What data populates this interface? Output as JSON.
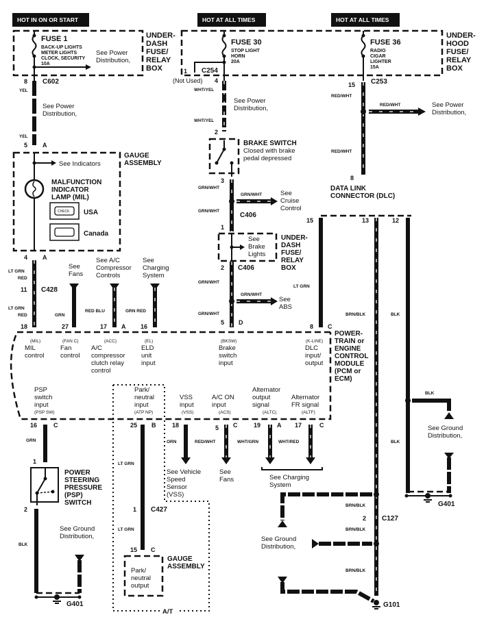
{
  "headers": [
    "HOT IN ON OR START",
    "HOT AT ALL TIMES",
    "HOT AT ALL TIMES"
  ],
  "fuse_boxes": {
    "under_dash": {
      "label": [
        "UNDER-",
        "DASH",
        "FUSE/",
        "RELAY",
        "BOX"
      ]
    },
    "under_hood": {
      "label": [
        "UNDER-",
        "HOOD",
        "FUSE/",
        "RELAY",
        "BOX"
      ]
    }
  },
  "fuses": [
    {
      "name": "FUSE 1",
      "circuits": [
        "BACK-UP LIGHTS",
        "METER LIGHTS",
        "CLOCK, SECURITY",
        "10A"
      ],
      "note": [
        "See Power",
        "Distribution,"
      ]
    },
    {
      "name": "FUSE 30",
      "circuits": [
        "STOP LIGHT",
        "HORN",
        "20A"
      ]
    },
    {
      "name": "FUSE 36",
      "circuits": [
        "RADIO",
        "CIGAR",
        "LIGHTER",
        "15A"
      ]
    }
  ],
  "connectors": {
    "c602": "C602",
    "c254": "C254",
    "c253": "C253",
    "c406": "C406",
    "c428": "C428",
    "c427": "C427",
    "c127": "C127",
    "g401": "G401",
    "g101": "G101"
  },
  "pins": {
    "c602": "8",
    "gauge_in": "5",
    "gauge_in_letter": "A",
    "gauge_out": "4",
    "gauge_out_letter": "A",
    "c428": "11",
    "pcm_mil": "18",
    "pcm_fan": "27",
    "pcm_acc": "17",
    "pcm_acc_letter": "A",
    "pcm_el": "16",
    "c254_pin": "1",
    "c254_used": "4",
    "c253": "15",
    "brake_in": "2",
    "brake_out": "3",
    "c406_1": "1",
    "c406_2": "2",
    "pcm_bksw": "5",
    "pcm_bksw_letter": "D",
    "dlc": "8",
    "pcm_kline": "8",
    "pcm_kline_letter": "C",
    "pcm_15": "15",
    "pcm_13": "13",
    "pcm_12": "12",
    "psp_sw": "16",
    "psp_sw_letter": "C",
    "psp_1": "1",
    "psp_2": "2",
    "atp": "25",
    "atp_letter": "B",
    "vss": "18",
    "acs": "5",
    "acs_letter": "C",
    "altc": "19",
    "altc_letter": "A",
    "altf": "17",
    "altf_letter": "C",
    "c427": "1",
    "gauge2": "15",
    "gauge2_letter": "C",
    "c127": "2"
  },
  "wire_colors": {
    "yel": "YEL",
    "wht_yel": "WHT/YEL",
    "red_wht": "RED/WHT",
    "grn_wht": "GRN/WHT",
    "lt_grn": "LT GRN",
    "red": "RED",
    "grn": "GRN",
    "red_blu": "RED BLU",
    "grn_red": "GRN RED",
    "brn_blk": "BRN/BLK",
    "blk": "BLK",
    "orn": "ORN",
    "wht_grn": "WHT/GRN",
    "wht_red": "WHT/RED"
  },
  "notes": {
    "not_used": "(Not Used)",
    "see_power": [
      "See Power",
      "Distribution,"
    ],
    "see_indicators": "See Indicators",
    "see_cruise": [
      "See",
      "Cruise",
      "Control"
    ],
    "see_brake_lights": [
      "See",
      "Brake",
      "Lights"
    ],
    "see_abs": [
      "See",
      "ABS"
    ],
    "see_fans": [
      "See",
      "Fans"
    ],
    "see_ac": [
      "See A/C",
      "Compressor",
      "Controls"
    ],
    "see_charging": [
      "See",
      "Charging",
      "System"
    ],
    "see_vss": [
      "See Vehicle",
      "Speed",
      "Sensor",
      "(VSS)"
    ],
    "see_fans2": [
      "See",
      "Fans"
    ],
    "see_charging2": [
      "See Charging",
      "System"
    ],
    "see_ground": [
      "See Ground",
      "Distribution,"
    ],
    "at": "A/T"
  },
  "components": {
    "gauge": [
      "GAUGE",
      "ASSEMBLY"
    ],
    "mil": [
      "MALFUNCTION",
      "INDICATOR",
      "LAMP (MIL)"
    ],
    "usa": "USA",
    "canada": "Canada",
    "brake_switch": {
      "title": "BRAKE SWITCH",
      "desc": [
        "Closed with brake",
        "pedal depressed"
      ]
    },
    "dlc": [
      "DATA LINK",
      "CONNECTOR (DLC)"
    ],
    "pcm": [
      "POWER-",
      "TRAIN or",
      "ENGINE",
      "CONTROL",
      "MODULE",
      "(PCM or",
      "ECM)"
    ],
    "psp": [
      "POWER",
      "STEERING",
      "PRESSURE",
      "(PSP)",
      "SWITCH"
    ],
    "gauge2": [
      "GAUGE",
      "ASSEMBLY"
    ],
    "park_output": [
      "Park/",
      "neutral",
      "output"
    ]
  },
  "pcm_terminals": [
    {
      "code": "(MIL)",
      "desc": [
        "MIL",
        "control"
      ]
    },
    {
      "code": "(FAN C)",
      "desc": [
        "Fan",
        "control"
      ]
    },
    {
      "code": "(ACC)",
      "desc": [
        "A/C",
        "compressor",
        "clutch relay",
        "control"
      ]
    },
    {
      "code": "(EL)",
      "desc": [
        "ELD",
        "unit",
        "input"
      ]
    },
    {
      "code": "(BKSW)",
      "desc": [
        "Brake",
        "switch",
        "input"
      ]
    },
    {
      "code": "(K-LINE)",
      "desc": [
        "DLC",
        "input/",
        "output"
      ]
    },
    {
      "code": "(PSP SW)",
      "desc": [
        "PSP",
        "switch",
        "input"
      ]
    },
    {
      "code": "(ATP NP)",
      "desc": [
        "Park/",
        "neutral",
        "input"
      ]
    },
    {
      "code": "(VSS)",
      "desc": [
        "VSS",
        "input"
      ]
    },
    {
      "code": "(ACS)",
      "desc": [
        "A/C ON",
        "input"
      ]
    },
    {
      "code": "(ALTC)",
      "desc": [
        "Alternator",
        "output",
        "signal"
      ]
    },
    {
      "code": "(ALTF)",
      "desc": [
        "Alternator",
        "FR signal"
      ]
    }
  ]
}
